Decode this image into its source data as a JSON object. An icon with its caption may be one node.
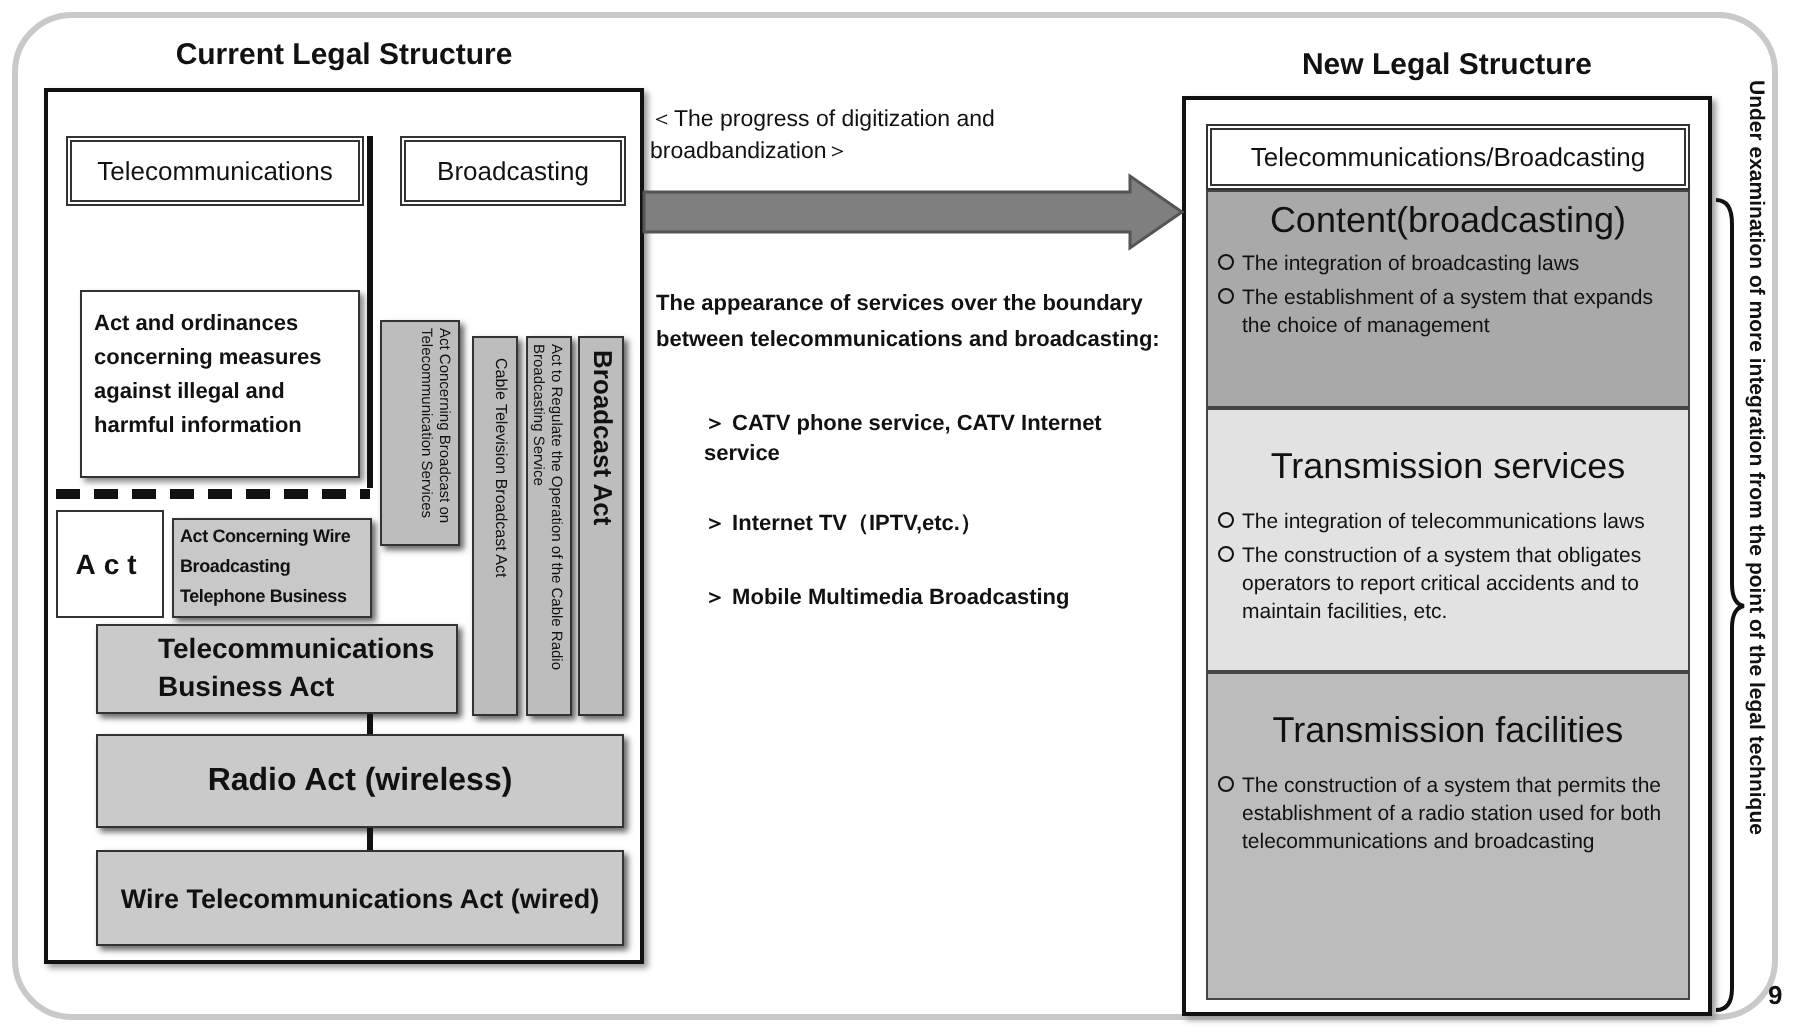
{
  "diagram": {
    "nodes": [
      {
        "text": [
          "Current Legal Structure"
        ]
      },
      {
        "text": [
          "Telecommunications"
        ],
        "in": 0
      },
      {
        "text": [
          "Broadcasting"
        ],
        "in": 0
      },
      {
        "text": [
          "Act and ordinances concerning measures against illegal and harmful information"
        ],
        "in": 0
      },
      {
        "text": [
          "Act"
        ],
        "in": 0
      },
      {
        "text": [
          "Act Concerning Wire Broadcasting Telephone Business"
        ],
        "in": 0
      },
      {
        "text": [
          "Telecommunications Business Act"
        ],
        "in": 0
      },
      {
        "text": [
          "Act Concerning Broadcast on Telecommunication Services"
        ],
        "in": 0
      },
      {
        "text": [
          "Cable Television Broadcast Act"
        ],
        "in": 0
      },
      {
        "text": [
          "Act to Regulate the Operation of the Cable Radio Broadcasting Service"
        ],
        "in": 0
      },
      {
        "text": [
          "Broadcast Act"
        ],
        "in": 0
      },
      {
        "text": [
          "Radio Act (wireless)"
        ],
        "in": 0
      },
      {
        "text": [
          "Wire Telecommunications Act (wired)"
        ],
        "in": 0
      },
      {
        "text": [
          "New Legal Structure"
        ]
      },
      {
        "text": [
          "Telecommunications/Broadcasting"
        ],
        "in": 13
      },
      {
        "text": [
          "Content(broadcasting)",
          "The integration of broadcasting laws",
          "The establishment of a system that expands the choice of management"
        ],
        "in": 13
      },
      {
        "text": [
          "Transmission services",
          "The integration of telecommunications laws",
          "The construction of a system that obligates operators to report critical accidents and to maintain facilities, etc."
        ],
        "in": 13
      },
      {
        "text": [
          "Transmission facilities",
          "The construction of a system that permits the establishment of a radio station used for both telecommunications and broadcasting"
        ],
        "in": 13
      }
    ],
    "edges": [
      {
        "from": 0,
        "to": 13,
        "arrow": "to",
        "style": "thick"
      },
      {
        "from": 6,
        "to": 11,
        "arrow": "none"
      },
      {
        "from": 11,
        "to": 12,
        "arrow": "none"
      }
    ],
    "labels": [
      "＜The progress of digitization and broadbandization＞",
      "The appearance of services over the boundary between telecommunications and broadcasting:",
      "＞ CATV phone service, CATV Internet service",
      "＞ Internet TV（IPTV,etc.）",
      "＞ Mobile Multimedia Broadcasting",
      "Under examination of more integration from the point of the legal technique",
      "9"
    ]
  }
}
